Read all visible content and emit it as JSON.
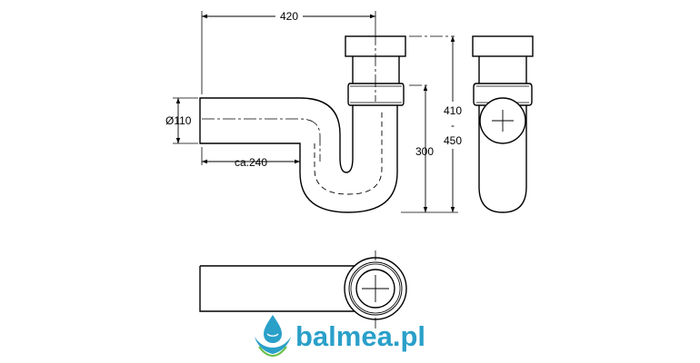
{
  "dimensions": {
    "width_total": "420",
    "diameter": "Ø110",
    "length_outlet": "ca.240",
    "height_trap": "300",
    "height_min": "410",
    "height_sep": "-",
    "height_max": "450"
  },
  "brand": {
    "name": "balmea.pl",
    "color": "#2aa0c9",
    "icon": "water-drop-hands-icon"
  }
}
